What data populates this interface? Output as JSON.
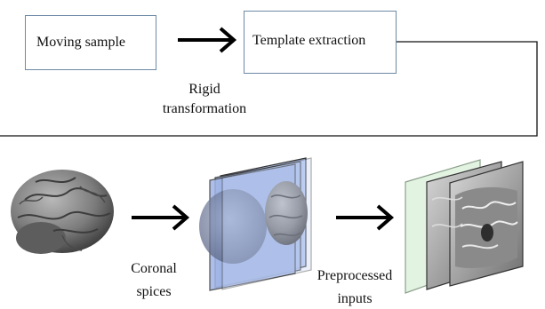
{
  "top_row": {
    "moving_sample_label": "Moving sample",
    "template_extraction_label": "Template extraction",
    "rigid_line1": "Rigid",
    "rigid_line2": "transformation"
  },
  "bottom_row": {
    "coronal_line1": "Coronal",
    "coronal_line2": "spices",
    "preprocessed_line1": "Preprocessed",
    "preprocessed_line2": "inputs"
  },
  "colors": {
    "box_border": "#6d8aa6",
    "connector": "#111111",
    "arrow": "#000000",
    "slice_blue": "#a9bde8",
    "slice_green": "#dcefdc",
    "brain_gray": "#7b7b7b"
  },
  "icons": [
    "brain-3d-icon",
    "coronal-slices-icon",
    "mri-slices-icon"
  ]
}
